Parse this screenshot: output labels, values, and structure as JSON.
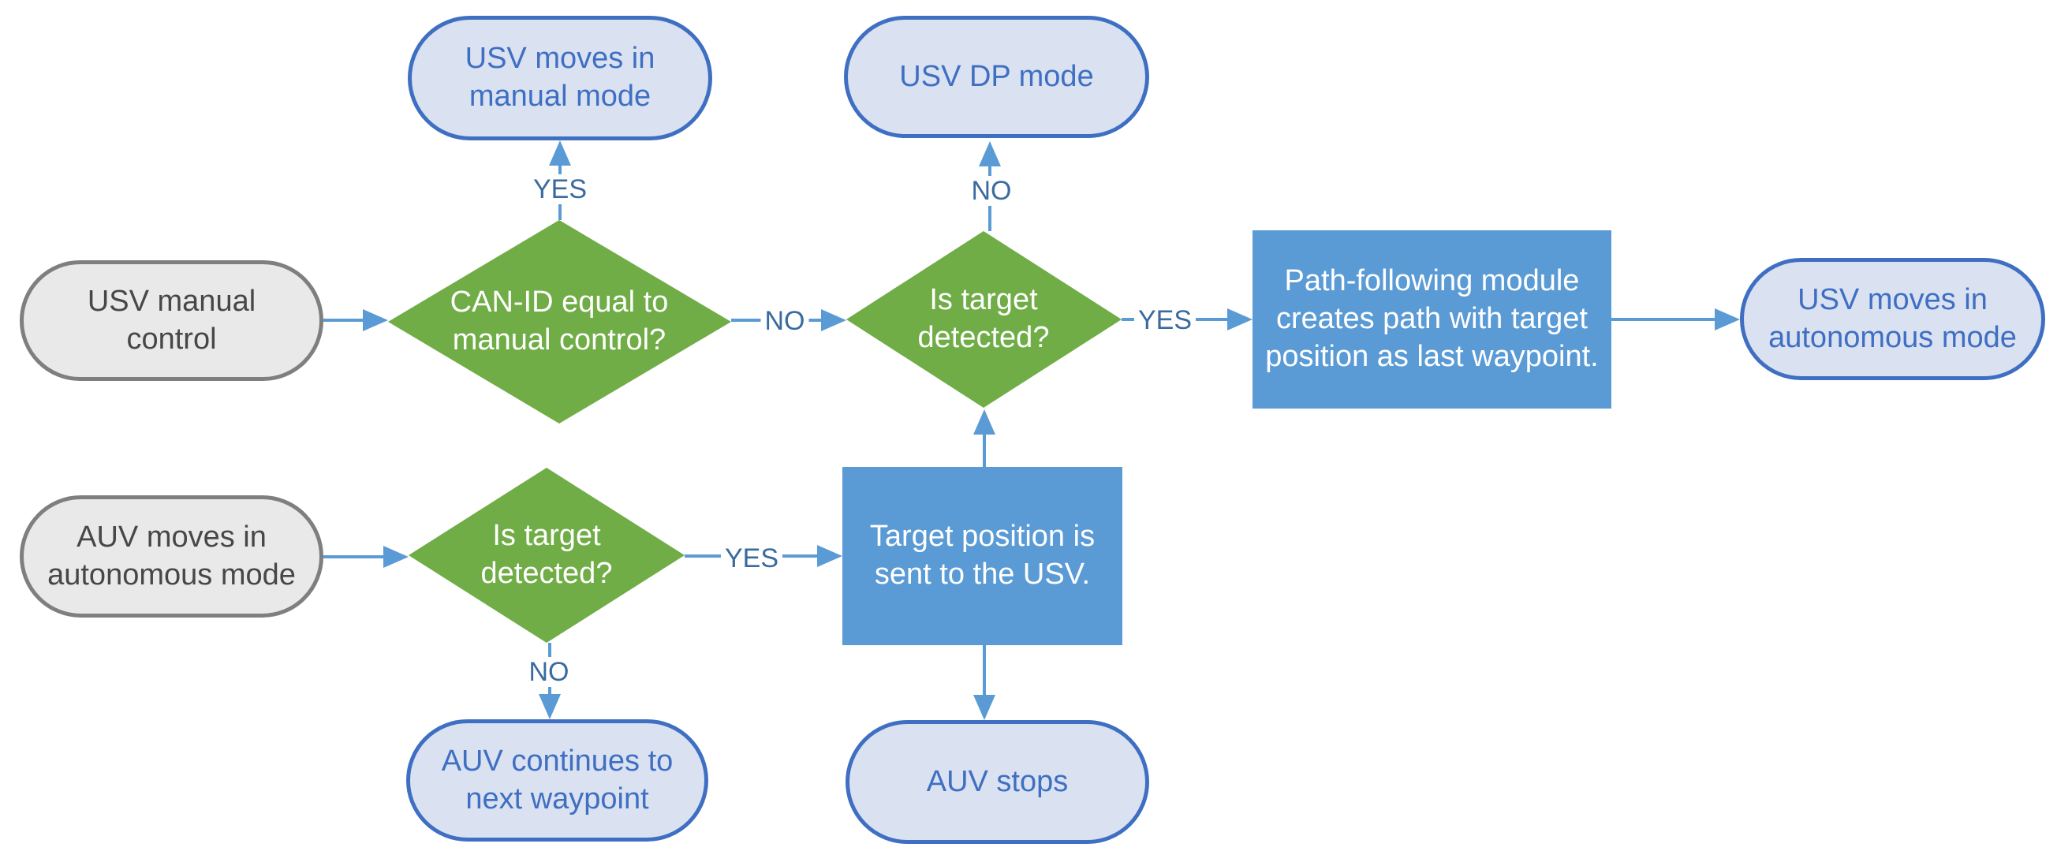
{
  "diagram": {
    "type": "flowchart",
    "colors": {
      "decision_fill": "#70AD47",
      "process_fill": "#5B9BD5",
      "terminator_fill": "#DAE1F1",
      "terminator_border": "#3F6FC2",
      "terminator_text": "#3F6FC2",
      "start_fill": "#E9E9E9",
      "start_border": "#7F7F7F",
      "start_text": "#474747",
      "connector": "#5B9BD5",
      "edge_label_text": "#3A6A9E",
      "text_on_fill": "#FFFFFF"
    }
  },
  "nodes": {
    "usv_manual_control": {
      "label": "USV manual control",
      "shape": "stadium",
      "variant": "gray"
    },
    "can_id_decision": {
      "label": "CAN-ID equal to manual control?",
      "shape": "diamond"
    },
    "usv_moves_manual": {
      "label": "USV moves in manual mode",
      "shape": "stadium",
      "variant": "blue"
    },
    "usv_dp_mode": {
      "label": "USV DP mode",
      "shape": "stadium",
      "variant": "blue"
    },
    "usv_target_decision": {
      "label": "Is target detected?",
      "shape": "diamond"
    },
    "path_following": {
      "label": "Path-following module creates path with target position as last waypoint.",
      "shape": "process"
    },
    "usv_moves_autonomous": {
      "label": "USV moves in autonomous mode",
      "shape": "stadium",
      "variant": "blue"
    },
    "auv_moves_autonomous": {
      "label": "AUV moves in autonomous mode",
      "shape": "stadium",
      "variant": "gray"
    },
    "auv_target_decision": {
      "label": "Is target detected?",
      "shape": "diamond"
    },
    "target_position_sent": {
      "label": "Target position is sent to the USV.",
      "shape": "process"
    },
    "auv_continues": {
      "label": "AUV continues to next waypoint",
      "shape": "stadium",
      "variant": "blue"
    },
    "auv_stops": {
      "label": "AUV stops",
      "shape": "stadium",
      "variant": "blue"
    }
  },
  "edges": {
    "can_id_yes": "YES",
    "can_id_no": "NO",
    "usv_target_no": "NO",
    "usv_target_yes": "YES",
    "auv_target_yes": "YES",
    "auv_target_no": "NO"
  }
}
